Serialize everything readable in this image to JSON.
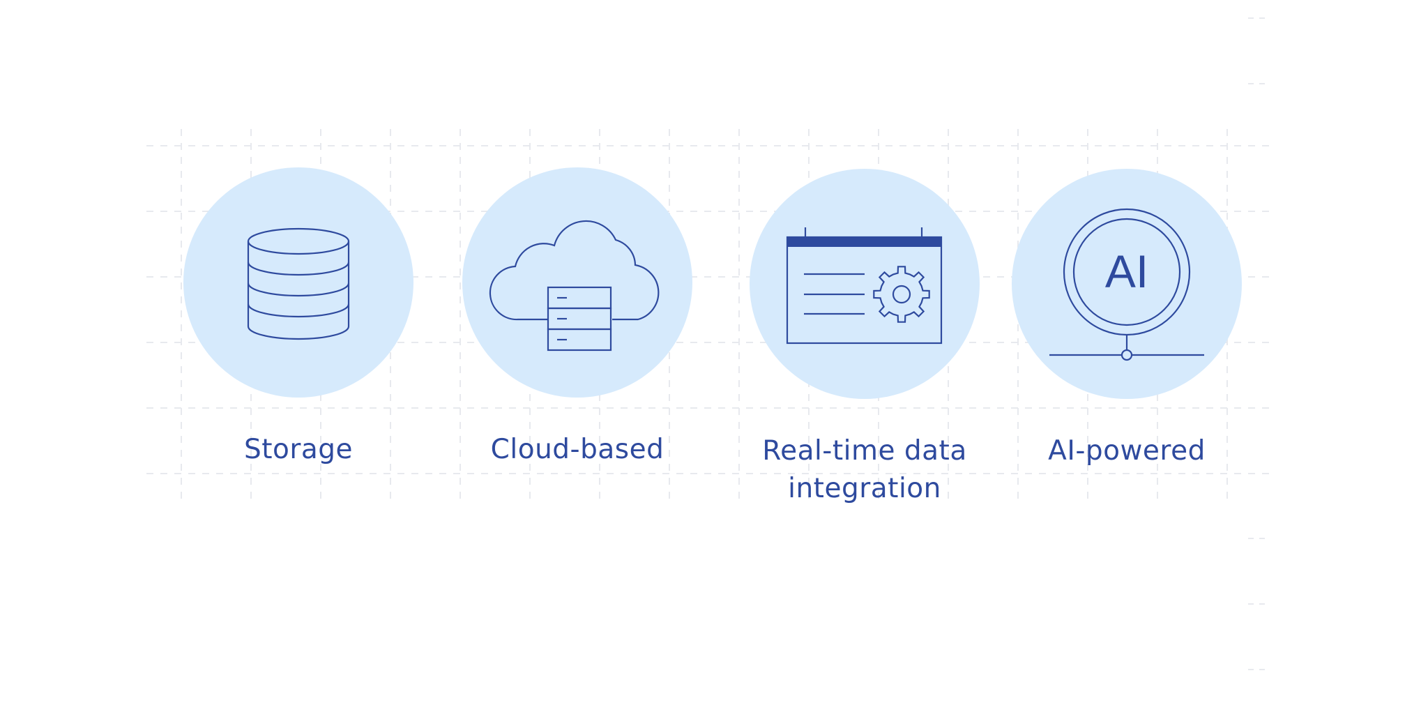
{
  "colors": {
    "circle_fill": "#d6eafc",
    "icon_stroke": "#2e4a9e",
    "label_text": "#2e4a9e",
    "grid_line": "#e7e9ee",
    "background": "#ffffff"
  },
  "features": [
    {
      "label": "Storage",
      "icon": "database-icon"
    },
    {
      "label": "Cloud-based",
      "icon": "cloud-server-icon"
    },
    {
      "label": "Real-time data integration",
      "icon": "dashboard-gear-icon"
    },
    {
      "label": "AI-powered",
      "icon": "ai-node-icon"
    }
  ],
  "ai_icon_text": "AI"
}
